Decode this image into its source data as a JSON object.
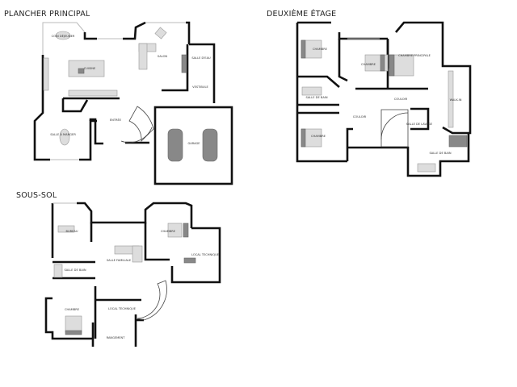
{
  "floors": [
    {
      "title": "PLANCHER PRINCIPAL",
      "rooms": [
        "COIN DÉJEUNER",
        "CUISINE",
        "SALON",
        "SALLE D'EAU",
        "VESTIBULE",
        "ENTRÉE",
        "SALLE À MANGER",
        "GARAGE"
      ]
    },
    {
      "title": "DEUXIÈME ÉTAGE",
      "rooms": [
        "CHAMBRE",
        "CHAMBRE",
        "CHAMBRE PRINCIPALE",
        "SALLE DE BAIN",
        "COULOIR",
        "COULOIR",
        "WALK-IN",
        "SALLE DE LAVAGE",
        "CHAMBRE",
        "SALLE DE BAIN"
      ]
    },
    {
      "title": "SOUS-SOL",
      "rooms": [
        "BUREAU",
        "CHAMBRE",
        "SALLE FAMILIALE",
        "LOCAL TECHNIQUE",
        "SALLE DE BAIN",
        "CHAMBRE",
        "LOCAL TECHNIQUE",
        "RANGEMENT"
      ]
    }
  ]
}
